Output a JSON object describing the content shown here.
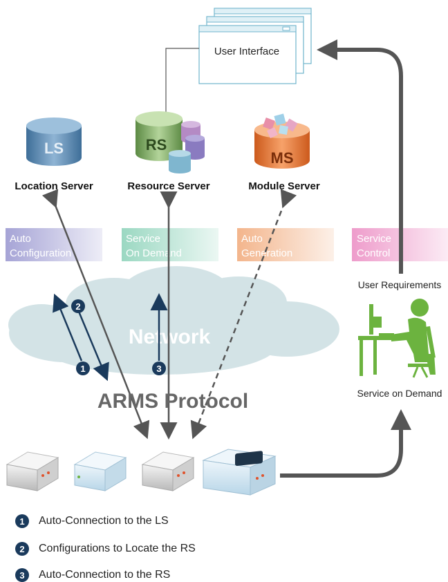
{
  "user_interface": {
    "label": "User Interface"
  },
  "servers": [
    {
      "abbr": "LS",
      "name": "Location Server"
    },
    {
      "abbr": "RS",
      "name": "Resource Server"
    },
    {
      "abbr": "MS",
      "name": "Module Server"
    }
  ],
  "tags": [
    {
      "line1": "Auto",
      "line2": "Configuration",
      "color": "#a6a4d6"
    },
    {
      "line1": "Service",
      "line2": "On Demand",
      "color": "#9bd8c2"
    },
    {
      "line1": "Auto",
      "line2": "Generation",
      "color": "#f3b58c"
    },
    {
      "line1": "Service",
      "line2": "Control",
      "color": "#ee9ccb"
    }
  ],
  "network": {
    "label": "Network"
  },
  "protocol": {
    "label": "ARMS Protocol"
  },
  "right_labels": {
    "requirements": "User Requirements",
    "service": "Service on Demand"
  },
  "step_markers": [
    "1",
    "2",
    "3"
  ],
  "legend": [
    {
      "num": "1",
      "text": "Auto-Connection to the LS"
    },
    {
      "num": "2",
      "text": "Configurations to Locate the RS"
    },
    {
      "num": "3",
      "text": "Auto-Connection to the RS"
    }
  ],
  "colors": {
    "navy": "#1a3a5c",
    "gray_arrow": "#555555",
    "green_person": "#6cb33f",
    "ls_blue": "#4f7fa8",
    "rs_green": "#6e9a52",
    "ms_orange": "#e0762f"
  }
}
